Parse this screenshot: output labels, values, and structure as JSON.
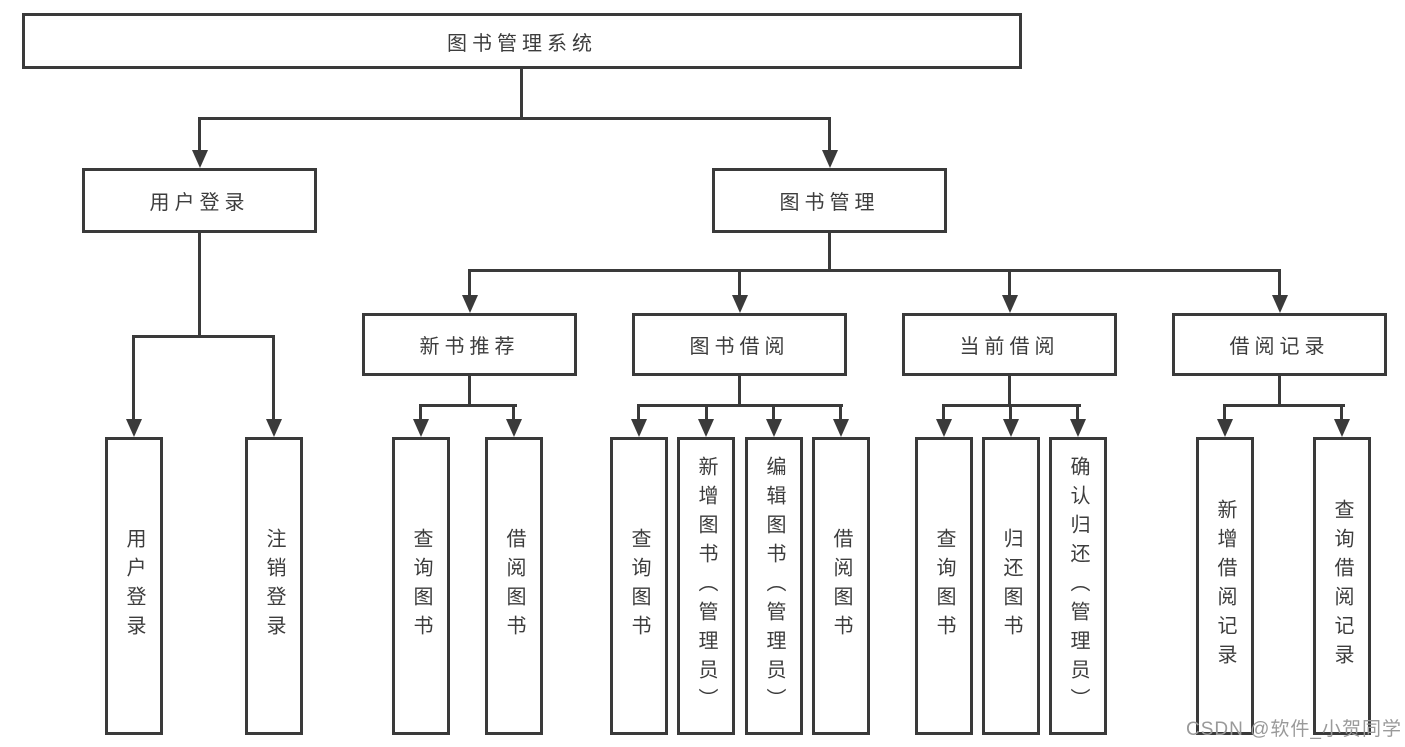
{
  "diagram": {
    "colors": {
      "line": "#3a3a3a",
      "text": "#3d3d3d",
      "background": "#ffffff",
      "watermark_text_color": "#9a9a9a"
    },
    "root": {
      "label": "图书管理系统"
    },
    "level1": {
      "user_login": {
        "label": "用户登录"
      },
      "book_management": {
        "label": "图书管理"
      }
    },
    "level2": {
      "new_book_recommend": {
        "label": "新书推荐"
      },
      "book_borrowing": {
        "label": "图书借阅"
      },
      "current_borrowing": {
        "label": "当前借阅"
      },
      "borrowing_records": {
        "label": "借阅记录"
      }
    },
    "leaves": {
      "user_login": {
        "label": "用户登录"
      },
      "logout": {
        "label": "注销登录"
      },
      "query_books_recommend": {
        "label": "查询图书"
      },
      "borrow_books_recommend": {
        "label": "借阅图书"
      },
      "query_books_borrowing": {
        "label": "查询图书"
      },
      "add_books_admin": {
        "label": "新增图书（管理员）"
      },
      "edit_books_admin": {
        "label": "编辑图书（管理员）"
      },
      "borrow_books_borrowing": {
        "label": "借阅图书"
      },
      "query_books_current": {
        "label": "查询图书"
      },
      "return_books": {
        "label": "归还图书"
      },
      "confirm_return_admin": {
        "label": "确认归还（管理员）"
      },
      "add_borrow_record": {
        "label": "新增借阅记录"
      },
      "query_borrow_record": {
        "label": "查询借阅记录"
      }
    },
    "watermark": "CSDN @软件_小贺同学"
  }
}
